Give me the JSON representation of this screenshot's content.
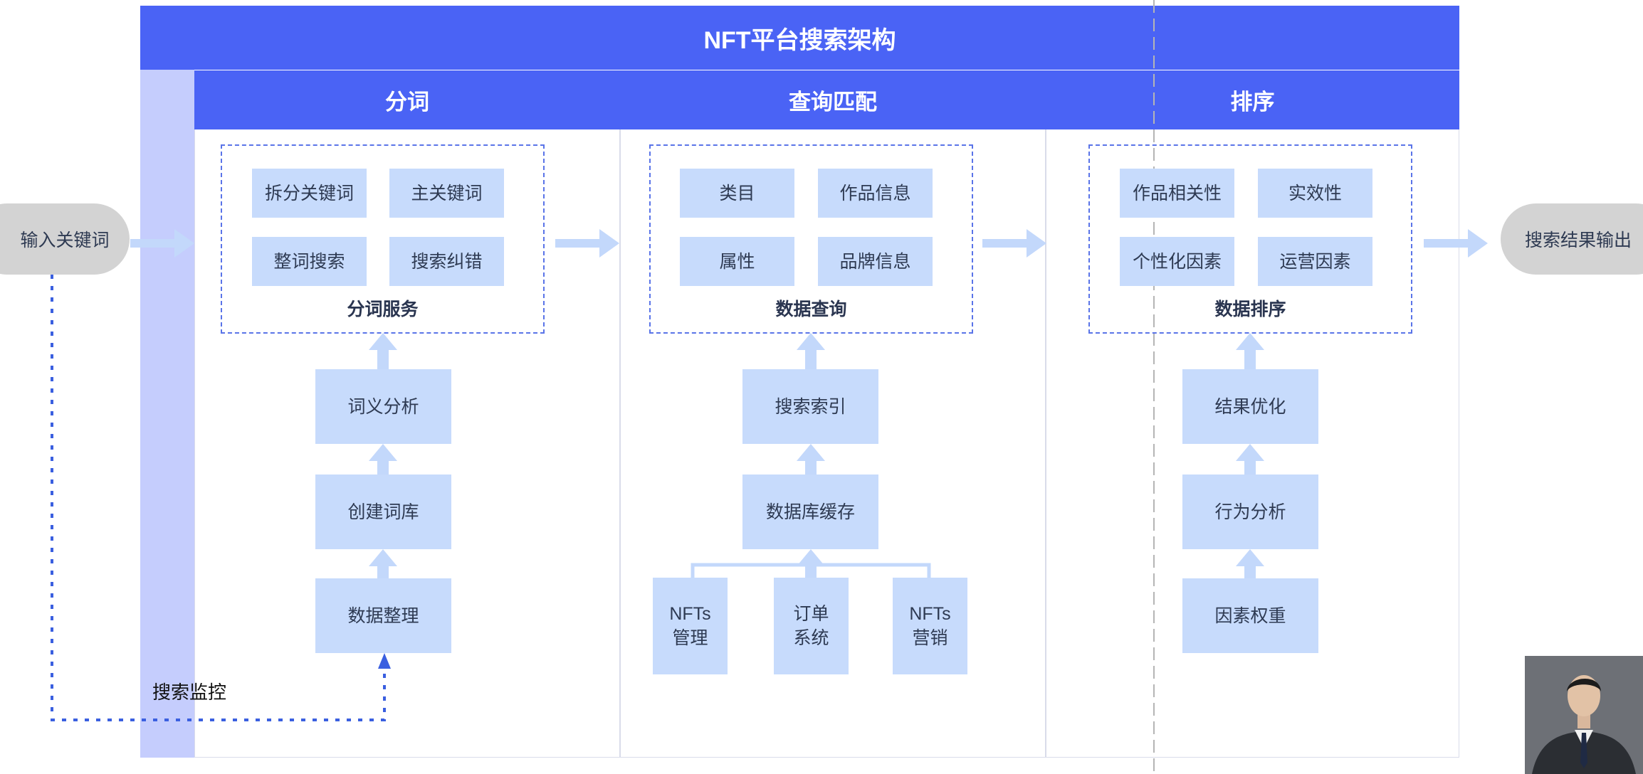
{
  "title": "NFT平台搜索架构",
  "input_label": "输入关键词",
  "output_label": "搜索结果输出",
  "monitor_label": "搜索监控",
  "columns": [
    {
      "header": "分词",
      "group_title": "分词服务",
      "group_items": [
        "拆分关键词",
        "主关键词",
        "整词搜索",
        "搜索纠错"
      ],
      "stack": [
        "词义分析",
        "创建词库",
        "数据整理"
      ]
    },
    {
      "header": "查询匹配",
      "group_title": "数据查询",
      "group_items": [
        "类目",
        "作品信息",
        "属性",
        "品牌信息"
      ],
      "stack": [
        "搜索索引",
        "数据库缓存"
      ],
      "sources": [
        "NFTs\n管理",
        "订单\n系统",
        "NFTs\n营销"
      ]
    },
    {
      "header": "排序",
      "group_title": "数据排序",
      "group_items": [
        "作品相关性",
        "实效性",
        "个性化因素",
        "运营因素"
      ],
      "stack": [
        "结果优化",
        "行为分析",
        "因素权重"
      ]
    }
  ],
  "colors": {
    "primary": "#4a63f5",
    "lane": "#c5cdfd",
    "box": "#c7dbfc",
    "arrow": "#c3d8fb",
    "dashed": "#5a74e8",
    "pill": "#d3d3d3"
  },
  "photo_icon": "presenter-avatar-icon"
}
